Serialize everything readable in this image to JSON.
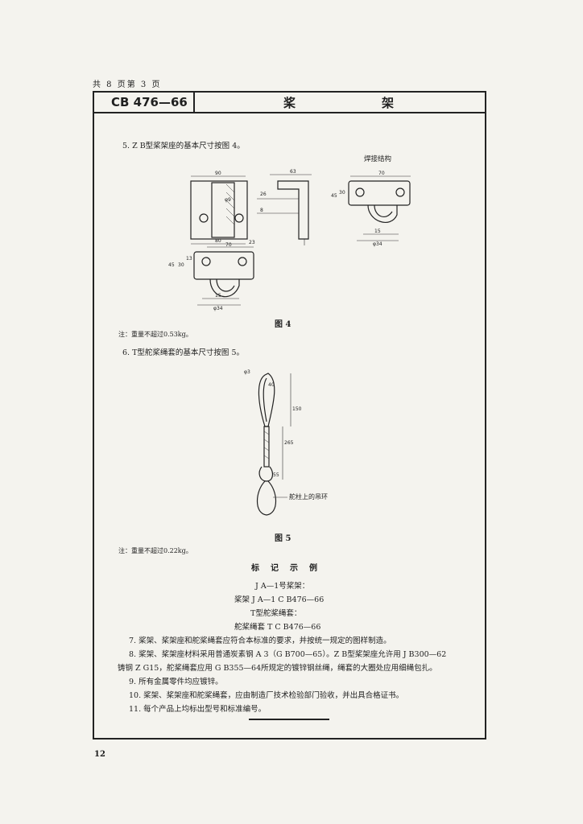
{
  "page": {
    "header_line": "共  8  页第  3  页",
    "page_number": "12"
  },
  "header": {
    "standard_no": "CB 476—66",
    "title_left": "桨",
    "title_right": "架"
  },
  "sections": {
    "item5": "5.  Z B型桨架座的基本尺寸按图 4。",
    "weld_label": "焊接结构",
    "fig4_caption": "图    4",
    "fig4_note": "注：重量不超过0.53kg。",
    "item6": "6.  T型舵桨绳套的基本尺寸按图 5。",
    "fig5_caption": "图    5",
    "fig5_note": "注：重量不超过0.22kg。",
    "fig5_callout": "舵柱上的吊环"
  },
  "marking": {
    "title": "标记示例",
    "line1": "J A—1号桨架：",
    "line2": "桨架   J A—1  C B476—66",
    "line3": "T型舵桨绳套：",
    "line4": "舵桨绳套   T  C B476—66"
  },
  "items": {
    "p7": "7.  桨架、桨架座和舵桨绳套应符合本标准的要求，并按统一规定的图样制造。",
    "p8a": "8.  桨架、桨架座材料采用普通炭素钢 A 3（G B700—65）。Z B型桨架座允许用 J B300—62",
    "p8b": "铸钢 Z G15，舵桨绳套应用 G B355—64所规定的镀锌钢丝绳，绳套的大圈处应用细绳包扎。",
    "p9": "9.  所有金属零件均应镀锌。",
    "p10": "10. 桨架、桨架座和舵桨绳套，应由制造厂技术检验部门验收，并出具合格证书。",
    "p11": "11. 每个产品上均标出型号和标准编号。"
  },
  "dims": {
    "d90": "90",
    "d63": "63",
    "d70": "70",
    "d80": "80",
    "d23": "23",
    "d45": "45",
    "d30": "30",
    "d13": "13",
    "d15": "15",
    "d34": "φ34",
    "d9": "φ9",
    "d26": "26",
    "d8": "8",
    "d40": "40",
    "d150": "150",
    "d265": "265",
    "d55": "55",
    "d3": "φ3"
  }
}
